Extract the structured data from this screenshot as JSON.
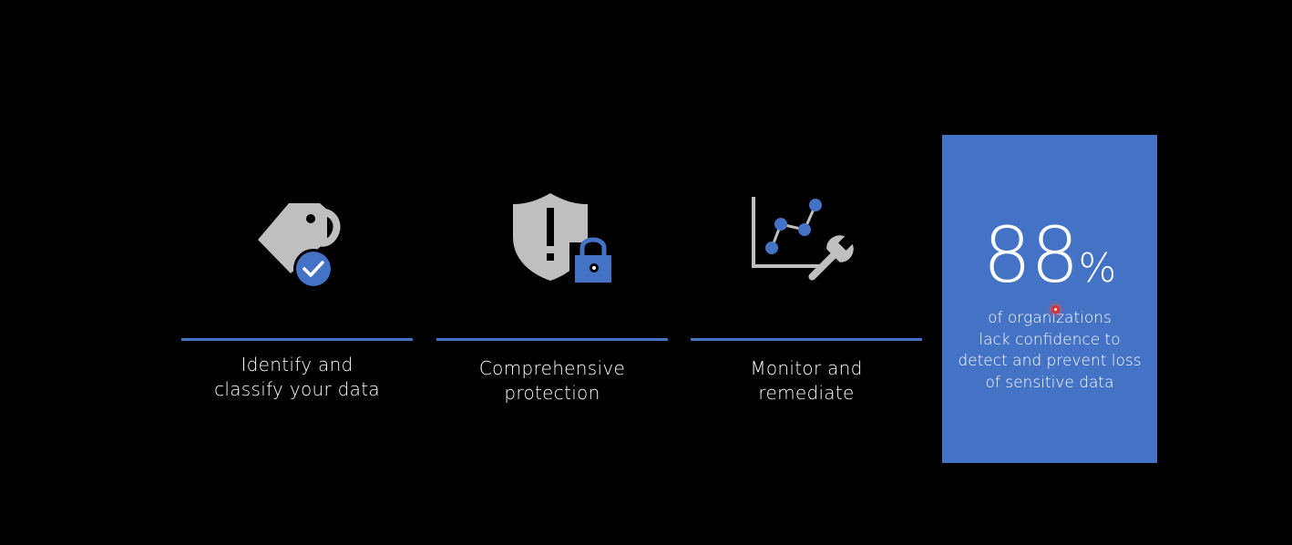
{
  "colors": {
    "background": "#000000",
    "accent": "#4472c4",
    "icon_gray": "#bfbfbf",
    "text": "#ffffff"
  },
  "pillars": [
    {
      "icon": "tag-check-icon",
      "caption_line1": "Identify and",
      "caption_line2": "classify your data"
    },
    {
      "icon": "shield-lock-icon",
      "caption_line1": "Comprehensive",
      "caption_line2": "protection"
    },
    {
      "icon": "chart-wrench-icon",
      "caption_line1": "Monitor and",
      "caption_line2": "remediate"
    }
  ],
  "stat": {
    "number": "88",
    "unit": "%",
    "desc_line1": "of organizations",
    "desc_line2": "lack confidence to",
    "desc_line3": "detect and prevent loss",
    "desc_line4": "of sensitive data"
  }
}
